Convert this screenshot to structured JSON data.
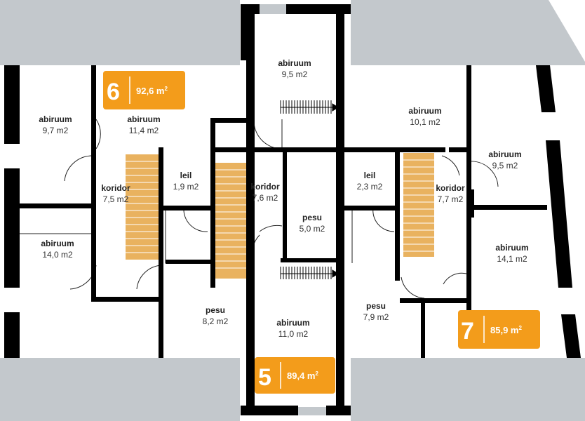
{
  "colors": {
    "surround": "#c3c8cc",
    "wall": "#000000",
    "stair": "#e9b25f",
    "badge": "#f39c1b",
    "floor": "#ffffff"
  },
  "rooms": [
    {
      "id": "abiruum-1",
      "name": "abiruum",
      "area": "9,7 m2"
    },
    {
      "id": "abiruum-2",
      "name": "abiruum",
      "area": "11,4 m2"
    },
    {
      "id": "abiruum-3",
      "name": "abiruum",
      "area": "9,5 m2"
    },
    {
      "id": "abiruum-4",
      "name": "abiruum",
      "area": "10,1 m2"
    },
    {
      "id": "abiruum-5",
      "name": "abiruum",
      "area": "9,5 m2"
    },
    {
      "id": "koridor-1",
      "name": "koridor",
      "area": "7,5 m2"
    },
    {
      "id": "leil-1",
      "name": "leil",
      "area": "1,9 m2"
    },
    {
      "id": "koridor-2",
      "name": "koridor",
      "area": "7,6 m2"
    },
    {
      "id": "leil-2",
      "name": "leil",
      "area": "2,3 m2"
    },
    {
      "id": "koridor-3",
      "name": "koridor",
      "area": "7,7 m2"
    },
    {
      "id": "pesu-1",
      "name": "pesu",
      "area": "5,0 m2"
    },
    {
      "id": "abiruum-6",
      "name": "abiruum",
      "area": "14,0 m2"
    },
    {
      "id": "abiruum-7",
      "name": "abiruum",
      "area": "14,1 m2"
    },
    {
      "id": "pesu-2",
      "name": "pesu",
      "area": "8,2 m2"
    },
    {
      "id": "abiruum-8",
      "name": "abiruum",
      "area": "11,0 m2"
    },
    {
      "id": "pesu-3",
      "name": "pesu",
      "area": "7,9 m2"
    }
  ],
  "units": [
    {
      "id": "unit-6",
      "number": "6",
      "area": "92,6 m",
      "sup": "2"
    },
    {
      "id": "unit-5",
      "number": "5",
      "area": "89,4 m",
      "sup": "2"
    },
    {
      "id": "unit-7",
      "number": "7",
      "area": "85,9 m",
      "sup": "2"
    }
  ]
}
